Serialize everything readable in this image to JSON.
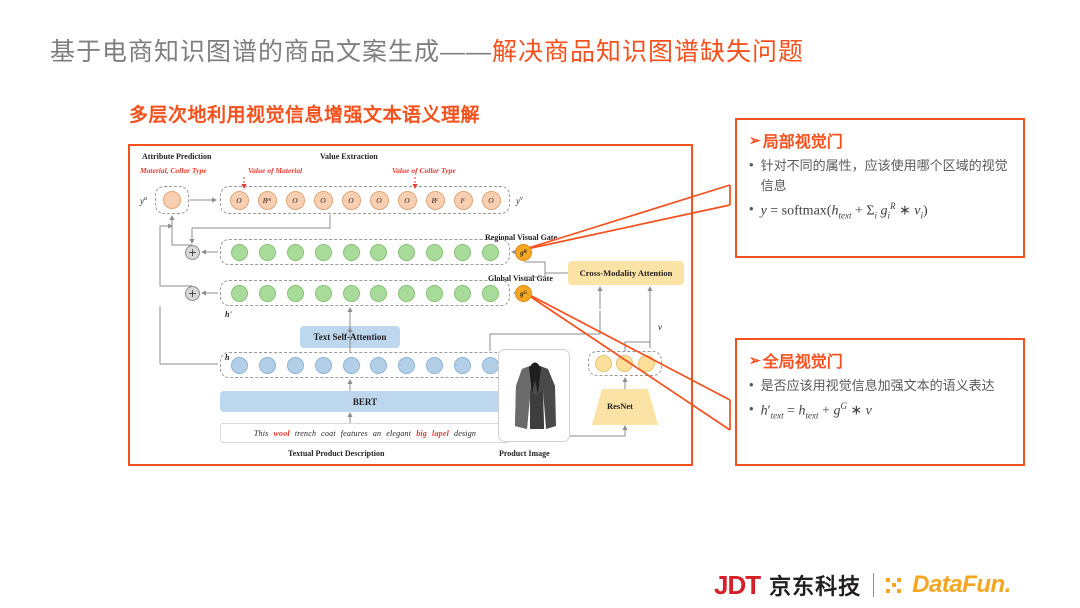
{
  "slide": {
    "title_plain": "基于电商知识图谱的商品文案生成——",
    "title_accent": "解决商品知识图谱缺失问题",
    "subtitle": "多层次地利用视觉信息增强文本语义理解",
    "accent_color": "#f4511e",
    "title_color": "#7f7f7f"
  },
  "diagram": {
    "labels": {
      "attribute_prediction": "Attribute Prediction",
      "attribute_prediction_sub": "Material, Collar Type",
      "value_extraction": "Value Extraction",
      "value_of_material": "Value of Material",
      "value_of_collar_type": "Value of Collar Type",
      "y_a": "y",
      "y_a_sup": "a",
      "y_v": "y",
      "y_v_sup": "v",
      "h_prime": "h'",
      "h": "h",
      "v": "v",
      "regional_visual_gate": "Regional Visual Gate",
      "global_visual_gate": "Global Visual Gate",
      "text_self_attention": "Text Self-Attention",
      "bert": "BERT",
      "cross_modality_attention": "Cross-Modality Attention",
      "resnet": "ResNet",
      "textual_product_description": "Textual Product Description",
      "product_image": "Product Image"
    },
    "gates": [
      {
        "name": "regional",
        "symbol": "g",
        "superscript": "R"
      },
      {
        "name": "global",
        "symbol": "g",
        "superscript": "G"
      }
    ],
    "value_tokens": [
      {
        "base": "O",
        "sub": ""
      },
      {
        "base": "B",
        "sub": "m"
      },
      {
        "base": "O",
        "sub": ""
      },
      {
        "base": "O",
        "sub": ""
      },
      {
        "base": "O",
        "sub": ""
      },
      {
        "base": "O",
        "sub": ""
      },
      {
        "base": "O",
        "sub": ""
      },
      {
        "base": "B",
        "sub": "c"
      },
      {
        "base": "I",
        "sub": "c"
      },
      {
        "base": "O",
        "sub": ""
      }
    ],
    "hidden_row_count": 10,
    "bert_token_count": 10,
    "visual_region_count": 3,
    "description_words": [
      {
        "text": "This",
        "highlight": false
      },
      {
        "text": "wool",
        "highlight": true
      },
      {
        "text": "trench",
        "highlight": false
      },
      {
        "text": "coat",
        "highlight": false
      },
      {
        "text": "features",
        "highlight": false
      },
      {
        "text": "an",
        "highlight": false
      },
      {
        "text": "elegant",
        "highlight": false
      },
      {
        "text": "big",
        "highlight": true
      },
      {
        "text": "lapel",
        "highlight": true
      },
      {
        "text": "design",
        "highlight": false
      }
    ],
    "colors": {
      "orange_token": "#f8cfb0",
      "green_token": "#a9db9a",
      "blue_token": "#b3cfe8",
      "yellow_token": "#fbdf9a",
      "gate": "#f5a623",
      "block_blue": "#bdd7ee",
      "block_yellow": "#fbe2a5",
      "frame": "#f4511e"
    }
  },
  "callouts": [
    {
      "id": "local-visual-gate",
      "title": "局部视觉门",
      "bullet": "针对不同的属性，应该使用哪个区域的视觉信息",
      "formula_plain": "y = softmax(h_text + Σ_i g_i^R * v_i)"
    },
    {
      "id": "global-visual-gate",
      "title": "全局视觉门",
      "bullet": "是否应该用视觉信息加强文本的语义表达",
      "formula_plain": "h'_text = h_text + g^G * v"
    }
  ],
  "footer": {
    "jdt_mark": "JDT",
    "jd_chinese": "京东科技",
    "datafun": "DataFun.",
    "jdt_color": "#d5202b",
    "datafun_color": "#f5a623"
  }
}
